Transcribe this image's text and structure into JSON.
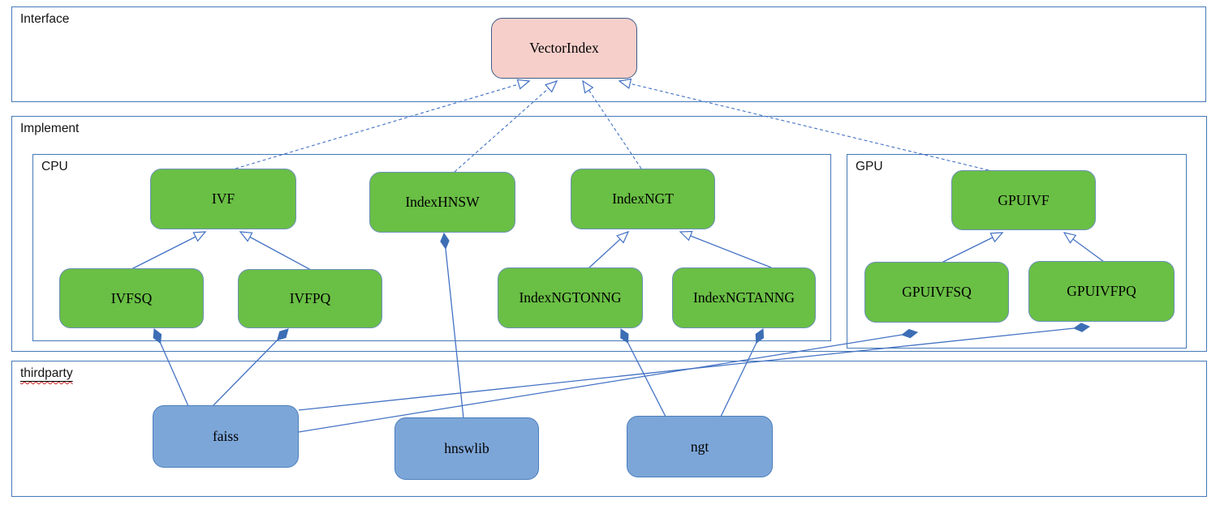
{
  "diagram": {
    "title": "VectorIndex class diagram",
    "containers": {
      "interface": {
        "label": "Interface"
      },
      "implement": {
        "label": "Implement"
      },
      "cpu": {
        "label": "CPU"
      },
      "gpu": {
        "label": "GPU"
      },
      "thirdparty": {
        "label": "thirdparty",
        "spellcheck_underline": true
      }
    },
    "nodes": {
      "vectorindex": {
        "label": "VectorIndex",
        "kind": "interface",
        "container": "interface"
      },
      "ivf": {
        "label": "IVF",
        "kind": "implementation",
        "container": "cpu"
      },
      "indexhnsw": {
        "label": "IndexHNSW",
        "kind": "implementation",
        "container": "cpu"
      },
      "indexngt": {
        "label": "IndexNGT",
        "kind": "implementation",
        "container": "cpu"
      },
      "ivfsq": {
        "label": "IVFSQ",
        "kind": "implementation",
        "container": "cpu"
      },
      "ivfpq": {
        "label": "IVFPQ",
        "kind": "implementation",
        "container": "cpu"
      },
      "indexngtonng": {
        "label": "IndexNGTONNG",
        "kind": "implementation",
        "container": "cpu"
      },
      "indexngtanng": {
        "label": "IndexNGTANNG",
        "kind": "implementation",
        "container": "cpu"
      },
      "gpuivf": {
        "label": "GPUIVF",
        "kind": "implementation",
        "container": "gpu"
      },
      "gpuivfsq": {
        "label": "GPUIVFSQ",
        "kind": "implementation",
        "container": "gpu"
      },
      "gpuivfpq": {
        "label": "GPUIVFPQ",
        "kind": "implementation",
        "container": "gpu"
      },
      "faiss": {
        "label": "faiss",
        "kind": "library",
        "container": "thirdparty"
      },
      "hnswlib": {
        "label": "hnswlib",
        "kind": "library",
        "container": "thirdparty"
      },
      "ngt": {
        "label": "ngt",
        "kind": "library",
        "container": "thirdparty"
      }
    },
    "edges": [
      {
        "from": "ivf",
        "to": "vectorindex",
        "type": "realization"
      },
      {
        "from": "indexhnsw",
        "to": "vectorindex",
        "type": "realization"
      },
      {
        "from": "indexngt",
        "to": "vectorindex",
        "type": "realization"
      },
      {
        "from": "gpuivf",
        "to": "vectorindex",
        "type": "realization"
      },
      {
        "from": "ivfsq",
        "to": "ivf",
        "type": "generalization"
      },
      {
        "from": "ivfpq",
        "to": "ivf",
        "type": "generalization"
      },
      {
        "from": "indexngtonng",
        "to": "indexngt",
        "type": "generalization"
      },
      {
        "from": "indexngtanng",
        "to": "indexngt",
        "type": "generalization"
      },
      {
        "from": "gpuivfsq",
        "to": "gpuivf",
        "type": "generalization"
      },
      {
        "from": "gpuivfpq",
        "to": "gpuivf",
        "type": "generalization"
      },
      {
        "from": "faiss",
        "to": "ivfsq",
        "type": "composition"
      },
      {
        "from": "faiss",
        "to": "ivfpq",
        "type": "composition"
      },
      {
        "from": "faiss",
        "to": "gpuivfsq",
        "type": "composition"
      },
      {
        "from": "faiss",
        "to": "gpuivfpq",
        "type": "composition"
      },
      {
        "from": "hnswlib",
        "to": "indexhnsw",
        "type": "composition"
      },
      {
        "from": "ngt",
        "to": "indexngtonng",
        "type": "composition"
      },
      {
        "from": "ngt",
        "to": "indexngtanng",
        "type": "composition"
      }
    ],
    "colors": {
      "interface_fill": "#f7cfca",
      "implementation_fill": "#6abf45",
      "library_fill": "#7da6d8",
      "connector": "#4472c4",
      "container_border": "#4579b8",
      "spellcheck": "#d02020"
    }
  }
}
